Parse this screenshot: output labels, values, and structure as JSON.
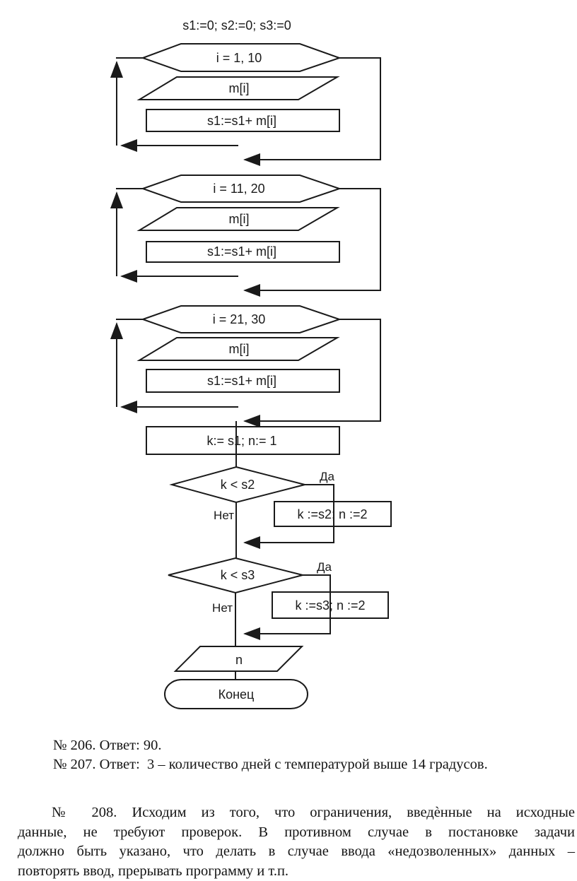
{
  "flowchart": {
    "init": "s1:=0; s2:=0; s3:=0",
    "loops": [
      {
        "header": "i = 1, 10",
        "input": "m[i]",
        "process": "s1:=s1+ m[i]"
      },
      {
        "header": "i = 11, 20",
        "input": "m[i]",
        "process": "s1:=s1+ m[i]"
      },
      {
        "header": "i = 21, 30",
        "input": "m[i]",
        "process": "s1:=s1+ m[i]"
      }
    ],
    "assign": "k:= s1; n:= 1",
    "decisions": [
      {
        "condition": "k < s2",
        "yes": "Да",
        "no": "Нет",
        "action": "k :=s2; n :=2"
      },
      {
        "condition": "k < s3",
        "yes": "Да",
        "no": "Нет",
        "action": "k :=s3; n :=2"
      }
    ],
    "output": "n",
    "terminator": "Конец",
    "stroke_color": "#1a1a1a"
  },
  "answers": {
    "a206": "№ 206. Ответ: 90.",
    "a207": "№ 207. Ответ:  3 – количество дней с температурой выше 14 градусов."
  },
  "note208": {
    "lines": [
      "№ 208. Исходим из того, что ограничения, введѐнные на исходные",
      "данные, не требуют проверок. В противном случае в постановке задачи",
      "должно быть указано, что делать в случае ввода «недозволенных» данных –",
      "повторять ввод, прерывать программу и т.п."
    ]
  }
}
